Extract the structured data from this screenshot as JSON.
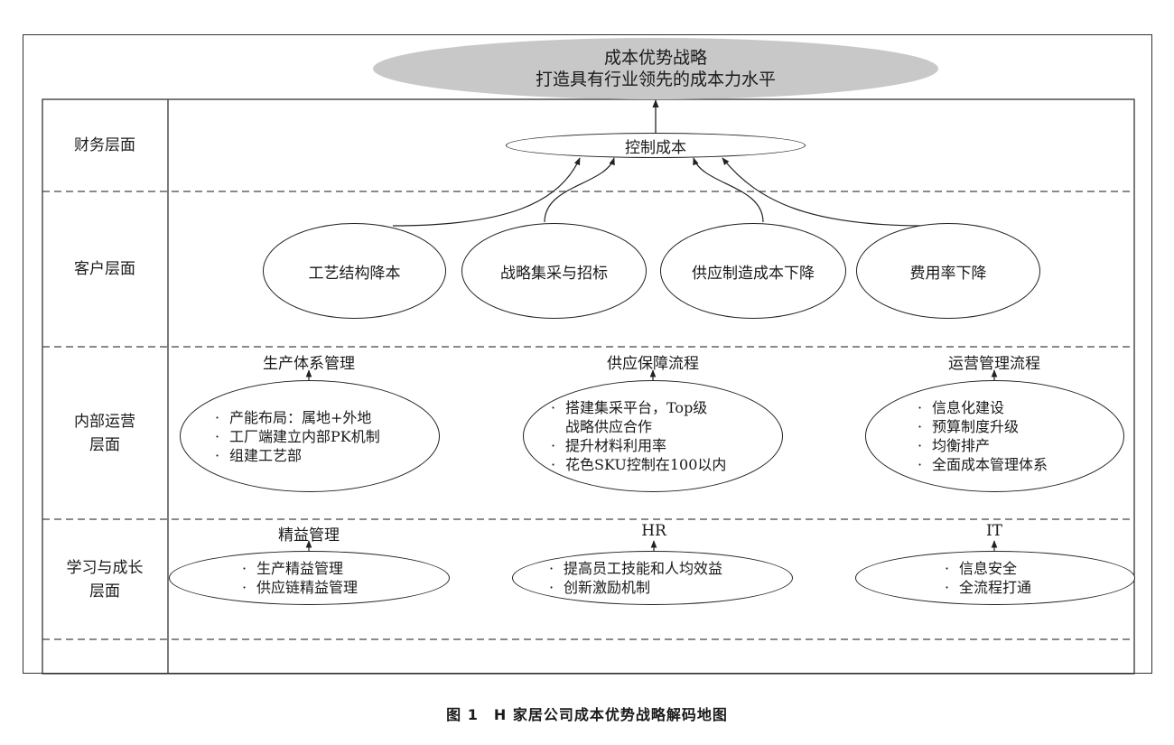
{
  "goal": {
    "line1": "成本优势战略",
    "line2": "打造具有行业领先的成本力水平"
  },
  "layers": [
    {
      "label_lines": [
        "财务层面"
      ]
    },
    {
      "label_lines": [
        "客户层面"
      ]
    },
    {
      "label_lines": [
        "内部运营",
        "层面"
      ]
    },
    {
      "label_lines": [
        "学习与成长",
        "层面"
      ]
    }
  ],
  "finance": {
    "node": "控制成本"
  },
  "customer": {
    "nodes": [
      "工艺结构降本",
      "战略集采与招标",
      "供应制造成本下降",
      "费用率下降"
    ]
  },
  "internal": {
    "groups": [
      {
        "title": "生产体系管理",
        "items": [
          "产能布局：属地+外地",
          "工厂端建立内部PK机制",
          "组建工艺部"
        ]
      },
      {
        "title": "供应保障流程",
        "items": [
          "搭建集采平台，Top级",
          "战略供应合作",
          "提升材料利用率",
          "花色SKU控制在100以内"
        ],
        "bullets": [
          true,
          false,
          true,
          true
        ]
      },
      {
        "title": "运营管理流程",
        "items": [
          "信息化建设",
          "预算制度升级",
          "均衡排产",
          "全面成本管理体系"
        ]
      }
    ]
  },
  "learning": {
    "groups": [
      {
        "title": "精益管理",
        "items": [
          "生产精益管理",
          "供应链精益管理"
        ]
      },
      {
        "title": "HR",
        "items": [
          "提高员工技能和人均效益",
          "创新激励机制"
        ]
      },
      {
        "title": "IT",
        "items": [
          "信息安全",
          "全流程打通"
        ]
      }
    ]
  },
  "bullet_char": "·",
  "caption": "图 1　H 家居公司成本优势战略解码地图"
}
